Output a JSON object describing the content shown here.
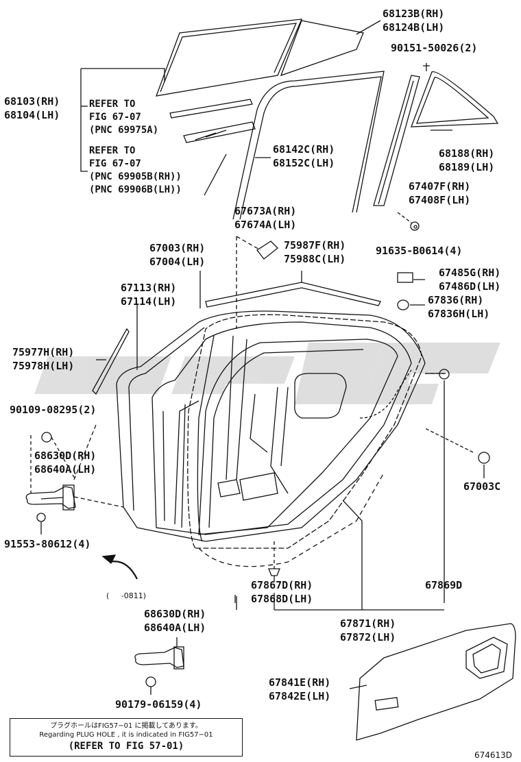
{
  "watermark_color": "#d7d7d7",
  "line_color": "#111111",
  "labels": {
    "p68123": "68123B(RH)",
    "p68124": "68124B(LH)",
    "p90151": "90151-50026(2)",
    "p68103": "68103(RH)",
    "p68104": "68104(LH)",
    "ref1_a": "REFER TO",
    "ref1_b": "FIG 67-07",
    "ref1_c": "(PNC 69975A)",
    "ref2_a": "REFER TO",
    "ref2_b": "FIG 67-07",
    "ref2_c": "(PNC 69905B(RH))",
    "ref2_d": "(PNC 69906B(LH))",
    "p68142": "68142C(RH)",
    "p68152": "68152C(LH)",
    "p68188": "68188(RH)",
    "p68189": "68189(LH)",
    "p67407": "67407F(RH)",
    "p67408": "67408F(LH)",
    "p67673": "67673A(RH)",
    "p67674": "67674A(LH)",
    "p91635": "91635-B0614(4)",
    "p67003": "67003(RH)",
    "p67004": "67004(LH)",
    "p75987": "75987F(RH)",
    "p75988": "75988C(LH)",
    "p67485": "67485G(RH)",
    "p67486": "67486D(LH)",
    "p67113": "67113(RH)",
    "p67114": "67114(LH)",
    "p67836a": "67836(RH)",
    "p67836h": "67836H(LH)",
    "p75977": "75977H(RH)",
    "p75978": "75978H(LH)",
    "p90109": "90109-08295(2)",
    "p68630a": "68630D(RH)",
    "p68640a": "68640A(LH)",
    "p67003c": "67003C",
    "p91553": "91553-80612(4)",
    "p67867": "67867D(RH)",
    "p67868": "67868D(LH)",
    "p67869": "67869D",
    "range": "(     -0811)",
    "p68630b": "68630D(RH)",
    "p68640b": "68640A(LH)",
    "p67871": "67871(RH)",
    "p67872": "67872(LH)",
    "p67841": "67841E(RH)",
    "p67842": "67842E(LH)",
    "p90179": "90179-06159(4)",
    "figure_no": "674613D"
  },
  "note": {
    "japanese": "プラグホールはFIG57−01 に掲載してあります。",
    "english": "Regarding PLUG HOLE , it is indicated in FIG57−01",
    "refer": "(REFER TO FIG 57-01)"
  }
}
